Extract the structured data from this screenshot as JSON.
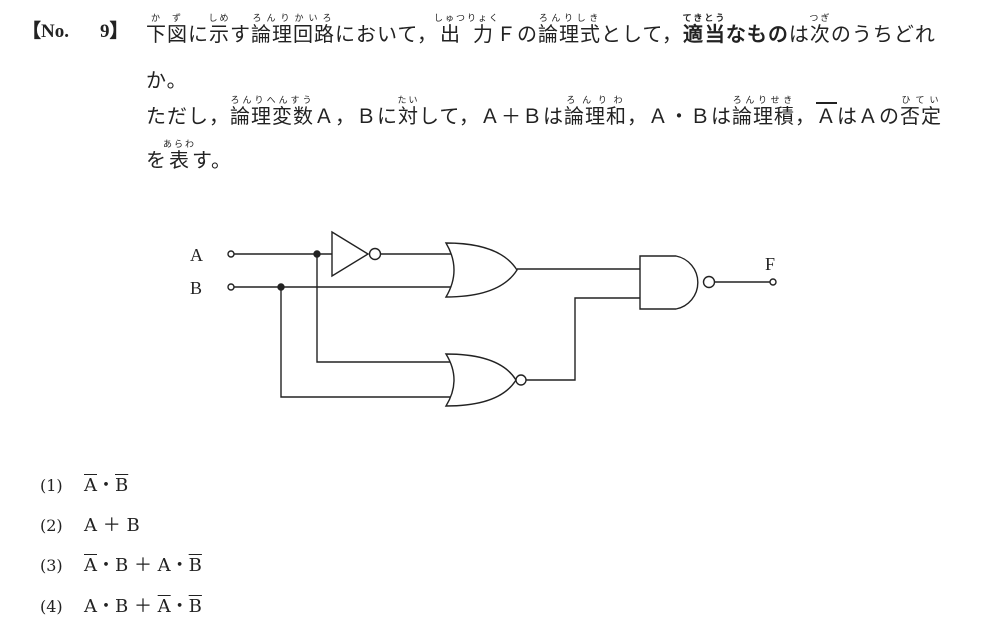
{
  "question": {
    "number_label": "【No.",
    "number": "9】",
    "line1": [
      {
        "t": "下図",
        "r": "かず"
      },
      {
        "t": "に"
      },
      {
        "t": "示",
        "r": "しめ"
      },
      {
        "t": "す"
      },
      {
        "t": "論理回路",
        "r": "ろんりかいろ"
      },
      {
        "t": "において，"
      },
      {
        "t": "出力",
        "r": "しゅつりょく"
      },
      {
        "t": "Ｆの"
      },
      {
        "t": "論理式",
        "r": "ろんりしき"
      },
      {
        "t": "として，"
      },
      {
        "t": "適当",
        "r": "てきとう",
        "b": true
      },
      {
        "t": "なもの",
        "b": true
      },
      {
        "t": "は"
      },
      {
        "t": "次",
        "r": "つぎ"
      },
      {
        "t": "のうちどれ"
      }
    ],
    "line2": [
      {
        "t": "か。"
      }
    ],
    "line3": [
      {
        "t": "ただし，"
      },
      {
        "t": "論理変数",
        "r": "ろんりへんすう"
      },
      {
        "t": "Ａ，Ｂに"
      },
      {
        "t": "対",
        "r": "たい"
      },
      {
        "t": "して，Ａ＋Ｂは"
      },
      {
        "t": "論理和",
        "r": "ろんりわ"
      },
      {
        "t": "，Ａ・Ｂは"
      },
      {
        "t": "論理積",
        "r": "ろんりせき"
      },
      {
        "t": "，"
      },
      {
        "t": "Ａ",
        "o": true
      },
      {
        "t": "はＡの"
      },
      {
        "t": "否定",
        "r": "ひてい"
      }
    ],
    "line4": [
      {
        "t": "を"
      },
      {
        "t": "表",
        "r": "あらわ"
      },
      {
        "t": "す。"
      }
    ]
  },
  "circuit": {
    "input_a": "A",
    "input_b": "B",
    "output": "F"
  },
  "options": [
    {
      "num": "(1)",
      "parts": [
        {
          "t": "A",
          "o": true
        },
        {
          "t": "・"
        },
        {
          "t": "B",
          "o": true
        }
      ]
    },
    {
      "num": "(2)",
      "parts": [
        {
          "t": "A ＋ B"
        }
      ]
    },
    {
      "num": "(3)",
      "parts": [
        {
          "t": "A",
          "o": true
        },
        {
          "t": "・B ＋ A・"
        },
        {
          "t": "B",
          "o": true
        }
      ]
    },
    {
      "num": "(4)",
      "parts": [
        {
          "t": "A・B ＋ "
        },
        {
          "t": "A",
          "o": true
        },
        {
          "t": "・"
        },
        {
          "t": "B",
          "o": true
        }
      ]
    }
  ]
}
